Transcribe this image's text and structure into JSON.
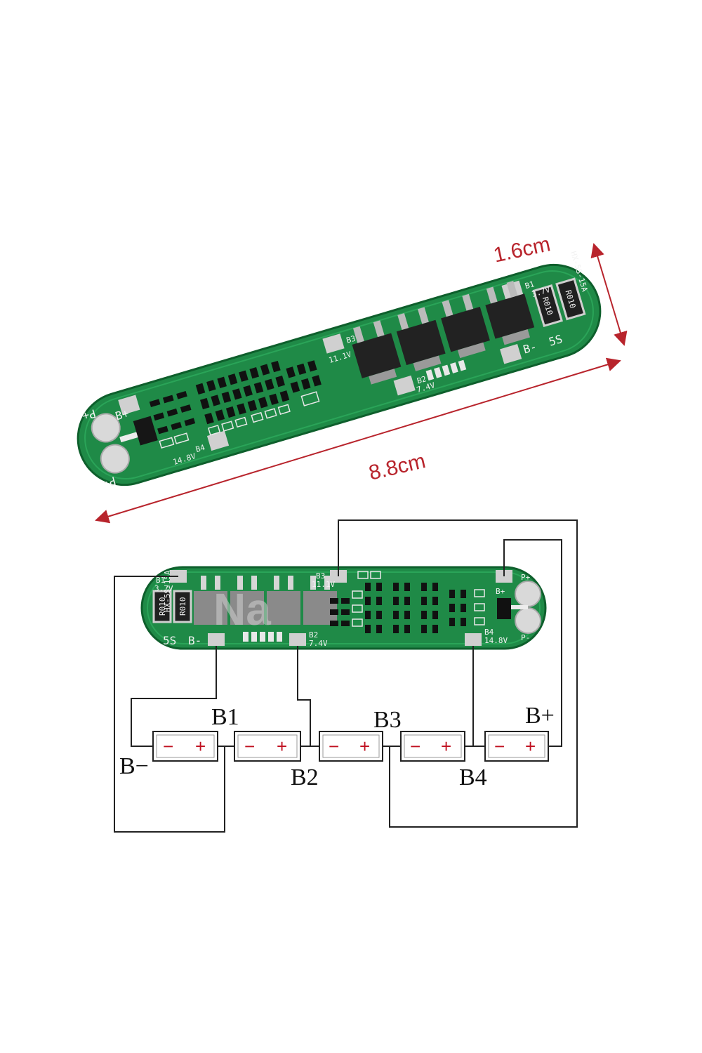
{
  "dimensions": {
    "width_label": "1.6cm",
    "length_label": "8.8cm",
    "arrow_color": "#b8242c"
  },
  "pcb_top": {
    "pad_labels": [
      "P+",
      "B+",
      "P-",
      "B4",
      "B3",
      "B2",
      "B-",
      "5S",
      "B1"
    ],
    "silk_texts": [
      "14.8V",
      "11.1V",
      "7.4V",
      "3.7V",
      "HX-5S-15A",
      "R010",
      "R010"
    ],
    "board_color": "#1f8a47"
  },
  "pcb_bottom": {
    "pad_labels": [
      "P+",
      "B+",
      "P-",
      "B4",
      "B3",
      "B2",
      "B-",
      "5S",
      "B1"
    ],
    "silk_texts": [
      "14.8V",
      "11.1V",
      "7.4V",
      "3.7V",
      "HX-5S-15A",
      "R010",
      "R010"
    ],
    "watermark": "Na"
  },
  "wiring": {
    "labels": {
      "b_minus": "B−",
      "b1": "B1",
      "b2": "B2",
      "b3": "B3",
      "b4": "B4",
      "b_plus": "B+"
    },
    "cells": [
      {
        "minus": "−",
        "plus": "+"
      },
      {
        "minus": "−",
        "plus": "+"
      },
      {
        "minus": "−",
        "plus": "+"
      },
      {
        "minus": "−",
        "plus": "+"
      },
      {
        "minus": "−",
        "plus": "+"
      }
    ],
    "sign_color": "#c01020"
  }
}
